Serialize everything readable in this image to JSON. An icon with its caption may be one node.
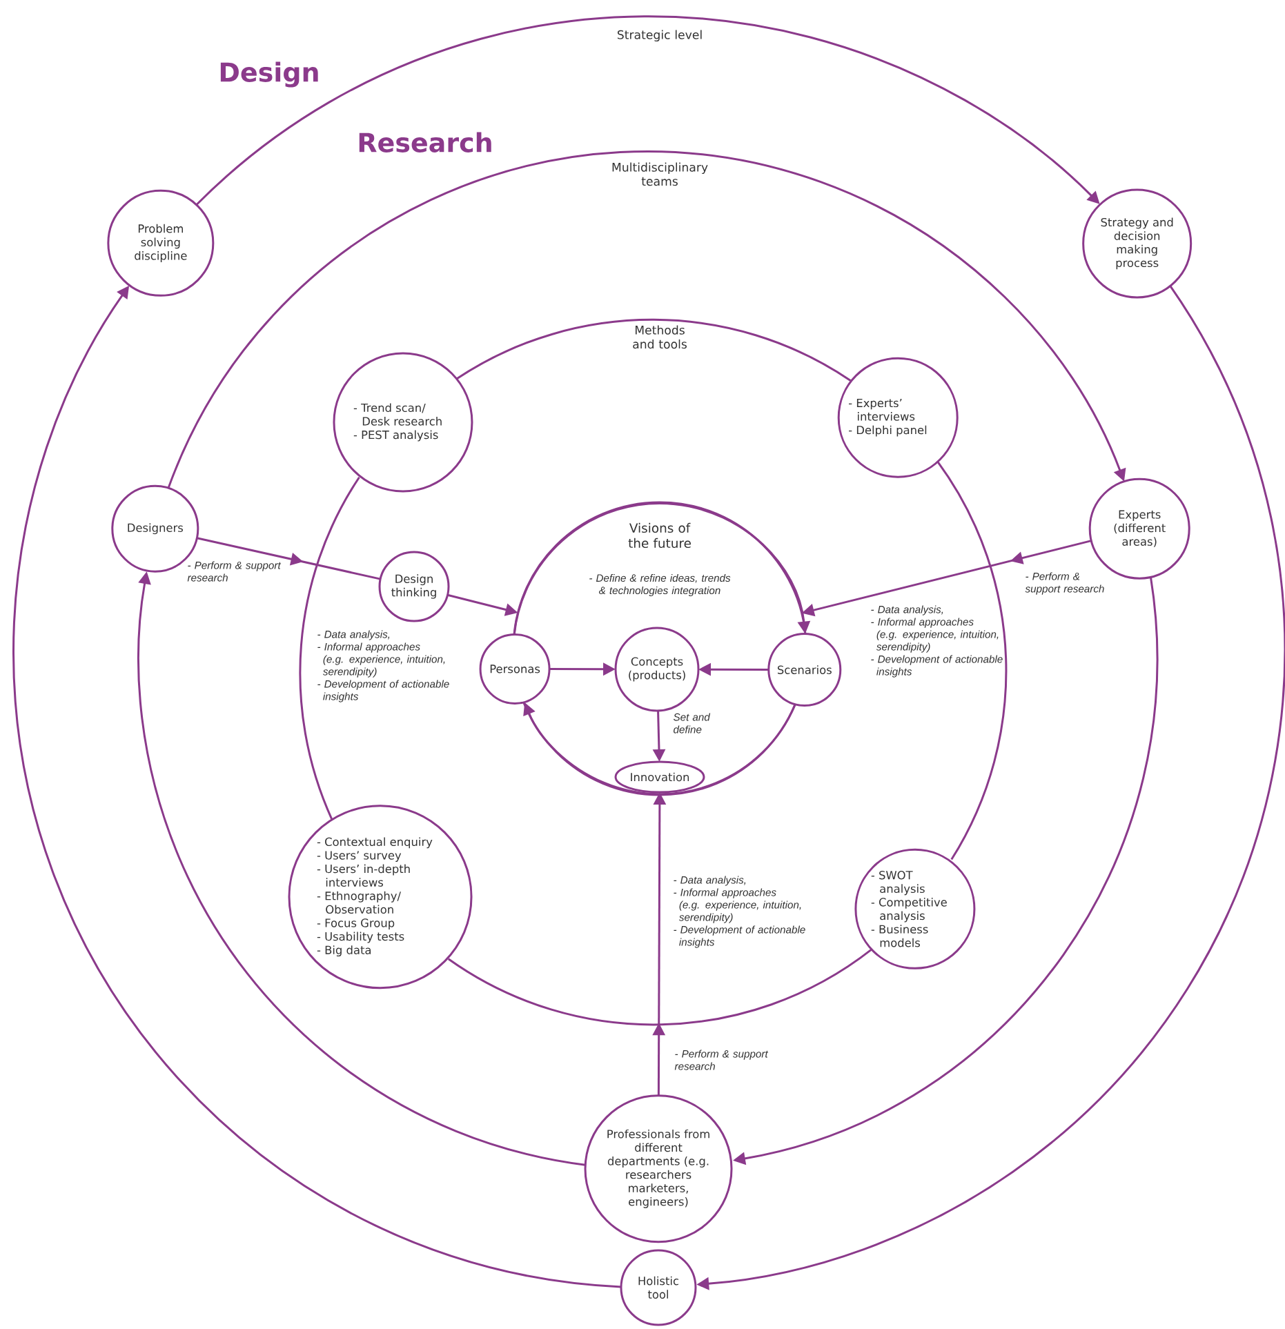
{
  "diagram": {
    "nodes": [
      {
        "text": [
          "Problem solving discipline"
        ]
      },
      {
        "text": [
          "Strategy and decision making process"
        ]
      },
      {
        "text": [
          "Designers"
        ]
      },
      {
        "text": [
          "- Trend scan/ Desk research",
          "- PEST analysis"
        ]
      },
      {
        "text": [
          "- Experts’ interviews",
          "- Delphi panel"
        ]
      },
      {
        "text": [
          "Experts (different areas)"
        ]
      },
      {
        "text": [
          "Design thinking"
        ]
      },
      {
        "text": [
          "Visions of the future",
          "- Define & refine ideas, trends & technologies integration"
        ]
      },
      {
        "text": [
          "Personas"
        ]
      },
      {
        "text": [
          "Concepts (products)"
        ],
        "in": 7
      },
      {
        "text": [
          "Scenarios"
        ]
      },
      {
        "text": [
          "Innovation"
        ],
        "in": 7
      },
      {
        "text": [
          "- Contextual enquiry",
          "- Users’ survey",
          "- Users’ in-depth interviews",
          "- Ethnography/ Observation",
          "- Focus Group",
          "- Usability tests",
          "- Big data"
        ]
      },
      {
        "text": [
          "- SWOT analysis",
          "- Competitive analysis",
          "- Business models"
        ]
      },
      {
        "text": [
          "Professionals from different departments (e.g. researchers marketers, engineers)"
        ]
      },
      {
        "text": [
          "Holistic tool"
        ]
      }
    ],
    "edges": [
      {
        "from": 0,
        "to": 1,
        "arrow": "to"
      },
      {
        "from": 1,
        "to": 15,
        "arrow": "to"
      },
      {
        "from": 15,
        "to": 0,
        "arrow": "to"
      },
      {
        "from": 2,
        "to": 5,
        "arrow": "to"
      },
      {
        "from": 5,
        "to": 14,
        "arrow": "to"
      },
      {
        "from": 14,
        "to": 2,
        "arrow": "to"
      },
      {
        "from": 3,
        "to": 4,
        "arrow": "none"
      },
      {
        "from": 4,
        "to": 13,
        "arrow": "none"
      },
      {
        "from": 13,
        "to": 12,
        "arrow": "none"
      },
      {
        "from": 12,
        "to": 3,
        "arrow": "none"
      },
      {
        "from": 8,
        "to": 10,
        "arrow": "to"
      },
      {
        "from": 10,
        "to": 8,
        "arrow": "to"
      },
      {
        "from": 2,
        "to": 6,
        "arrow": "to",
        "label": "- Perform & support research"
      },
      {
        "from": 6,
        "to": 7,
        "arrow": "to"
      },
      {
        "from": 5,
        "to": 7,
        "arrow": "to",
        "label": "- Perform & support research"
      },
      {
        "from": 14,
        "to": 11,
        "arrow": "to",
        "label": "- Perform & support research"
      },
      {
        "from": 8,
        "to": 9,
        "arrow": "to"
      },
      {
        "from": 10,
        "to": 9,
        "arrow": "to"
      },
      {
        "from": 9,
        "to": 11,
        "arrow": "to",
        "label": "Set and define"
      }
    ],
    "labels": [
      "Strategic level",
      "Design",
      "Research",
      "Multidisciplinary teams",
      "Methods and tools",
      "- Data analysis,",
      "- Informal approaches (e.g. experience, intuition, serendipity)",
      "- Development of actionable insights",
      "- Data analysis,",
      "- Informal approaches (e.g. experience, intuition, serendipity)",
      "- Development of actionable insights",
      "- Data analysis,",
      "- Informal approaches (e.g. experience, intuition, serendipity)",
      "- Development of actionable insights"
    ]
  }
}
